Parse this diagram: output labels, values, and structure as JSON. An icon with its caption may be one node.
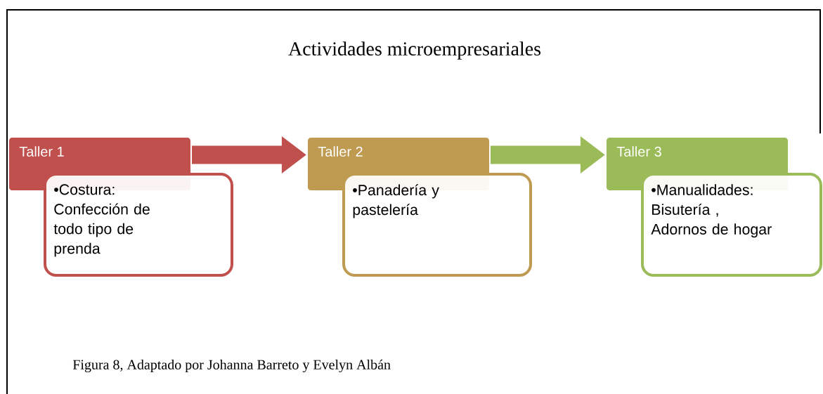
{
  "diagram": {
    "title": "Actividades microempresariales",
    "caption": "Figura 8, Adaptado por Johanna Barreto y Evelyn Albán",
    "nodes": [
      {
        "text": [
          "Taller 1"
        ]
      },
      {
        "text": [
          "•Costura: Confección de todo tipo de prenda"
        ]
      },
      {
        "text": [
          "Taller 2"
        ]
      },
      {
        "text": [
          "•Panadería y pastelería"
        ]
      },
      {
        "text": [
          "Taller 3"
        ]
      },
      {
        "text": [
          "•Manualidades: Bisutería , Adornos de hogar"
        ]
      }
    ],
    "edges": [
      {
        "from": 0,
        "to": 2,
        "arrow": "to",
        "color": "#c0504d"
      },
      {
        "from": 2,
        "to": 4,
        "arrow": "to",
        "color": "#9bbb59"
      }
    ]
  }
}
